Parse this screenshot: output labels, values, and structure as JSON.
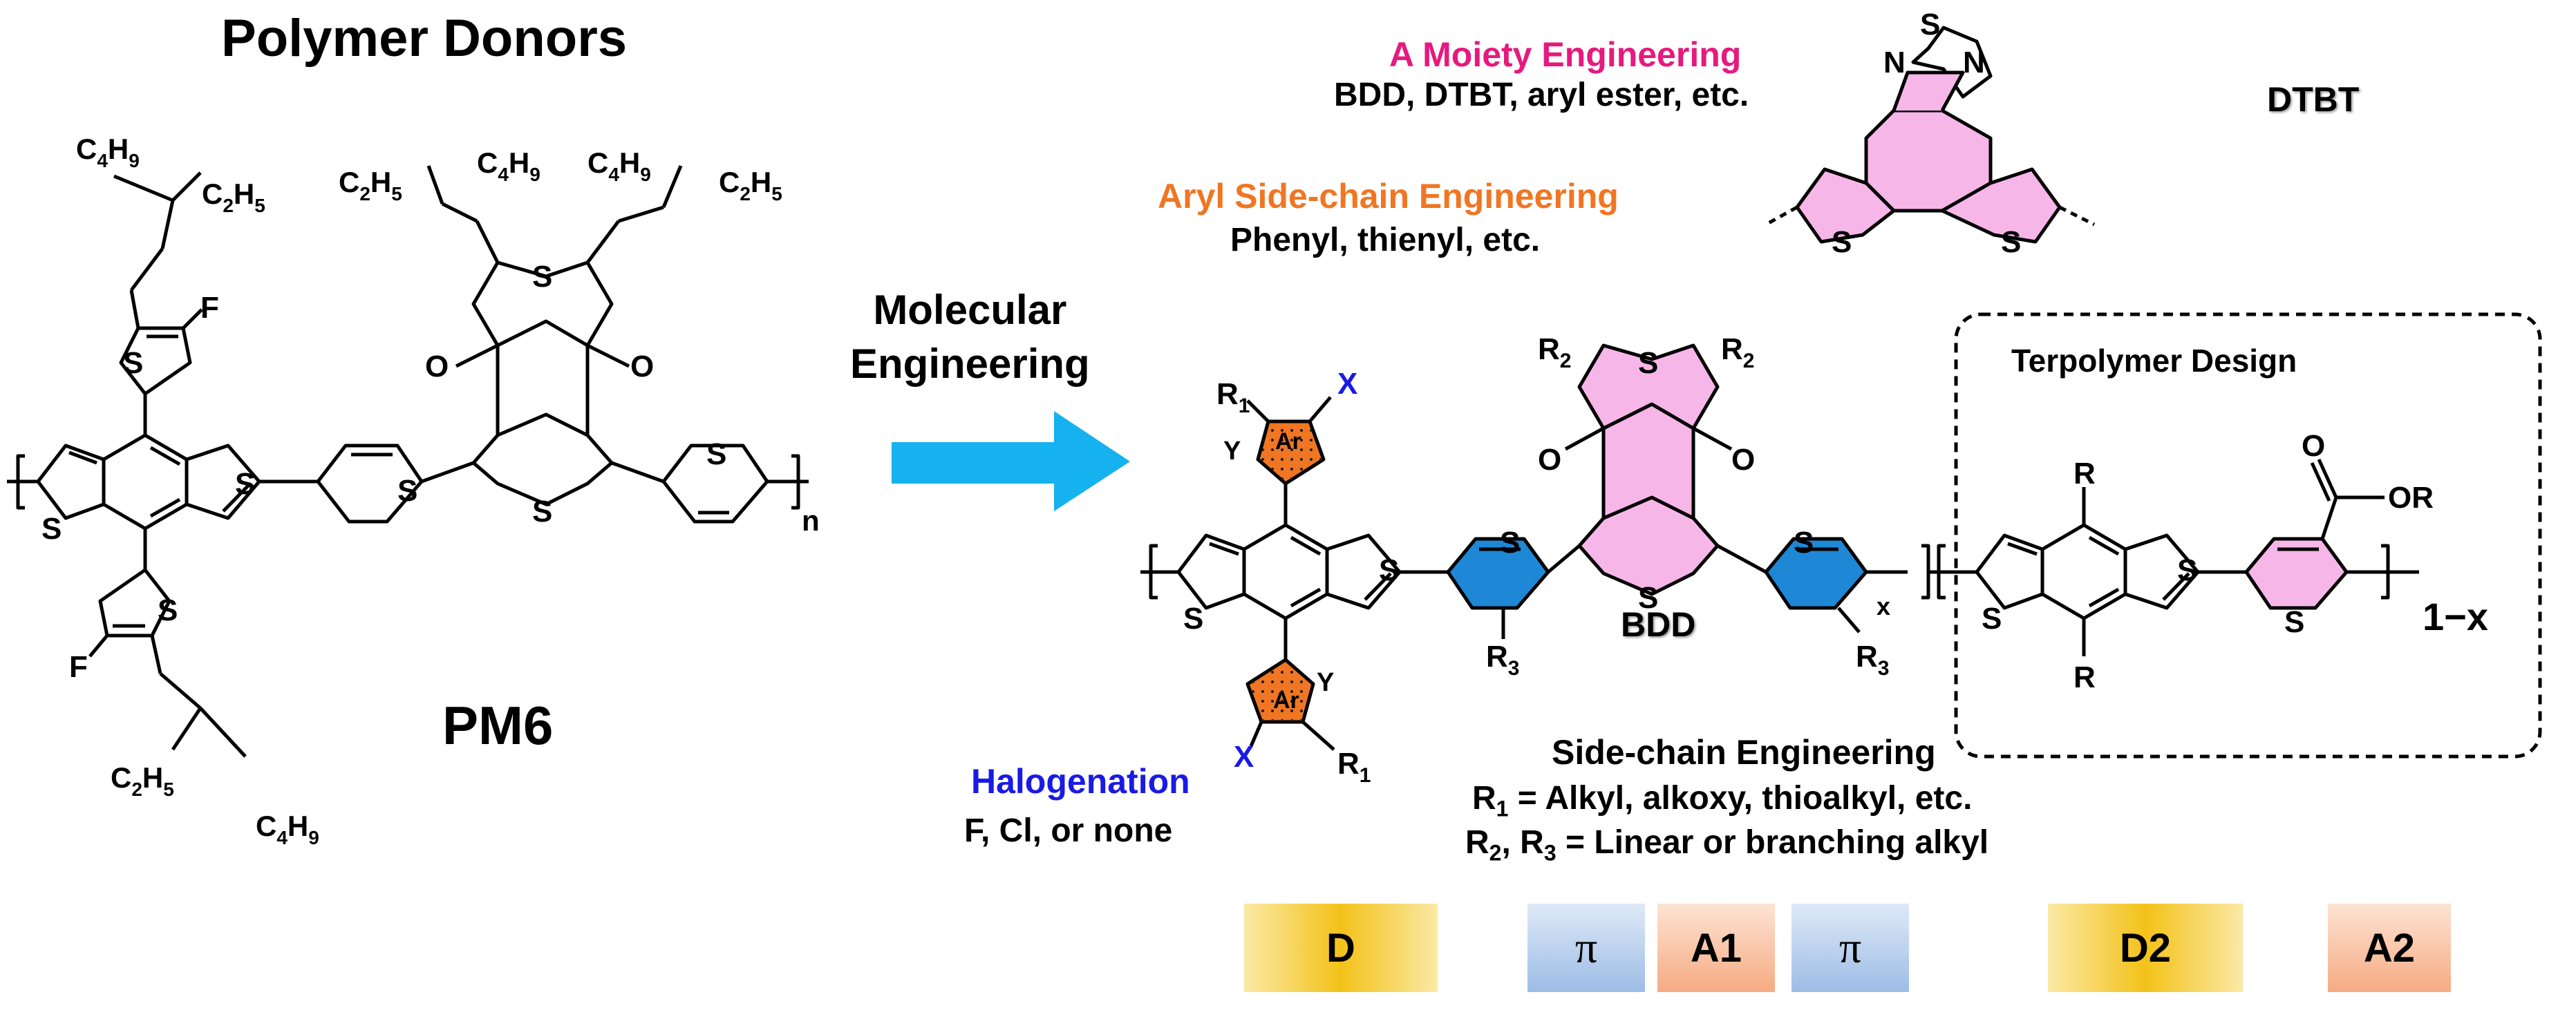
{
  "title": "Polymer Donors",
  "left_polymer": {
    "name": "PM6",
    "repeat": "n",
    "atoms": {
      "S": "S",
      "F": "F",
      "O": "O"
    },
    "chains": {
      "c4h9": [
        "C",
        "4",
        "H",
        "9"
      ],
      "c2h5": [
        "C",
        "2",
        "H",
        "5"
      ]
    }
  },
  "arrow_label": [
    "Molecular",
    "Engineering"
  ],
  "a_moiety": {
    "title": "A Moiety Engineering",
    "desc": "BDD, DTBT, aryl ester, etc."
  },
  "dtbt": {
    "label": "DTBT",
    "n": "N",
    "s": "S"
  },
  "aryl": {
    "title": "Aryl Side-chain Engineering",
    "desc": "Phenyl, thienyl, etc."
  },
  "main_polymer": {
    "bdd_label": "BDD",
    "ar": "Ar",
    "x_sub": "x",
    "subs": {
      "R1": [
        "R",
        "1"
      ],
      "R2": [
        "R",
        "2"
      ],
      "R3": [
        "R",
        "3"
      ],
      "X": "X",
      "Y": "Y",
      "R": "R",
      "OR": "OR"
    }
  },
  "terpolymer": {
    "title": "Terpolymer Design",
    "repeat": "1−x"
  },
  "halogenation": {
    "title": "Halogenation",
    "desc": "F, Cl, or none"
  },
  "side_chain": {
    "title": "Side-chain Engineering",
    "line1": [
      "R",
      "1",
      " = Alkyl, alkoxy, thioalkyl, etc."
    ],
    "line2": [
      "R",
      "2",
      ", R",
      "3",
      " = Linear or branching alkyl"
    ]
  },
  "blocks": [
    {
      "label": "D"
    },
    {
      "label": "π"
    },
    {
      "label": "A1"
    },
    {
      "label": "π"
    },
    {
      "label": "D2"
    },
    {
      "label": "A2"
    }
  ],
  "colors": {
    "pink": "#f7b6e8",
    "blue": "#1f88d6",
    "orange": "#f07623",
    "arrow": "#16b2f0",
    "magenta_title": "#e6197e",
    "halogen_blue": "#1a1ae6",
    "d_block": "#f3c21a",
    "pi_block": "#9dbde6",
    "a_block": "#f6ab83"
  }
}
